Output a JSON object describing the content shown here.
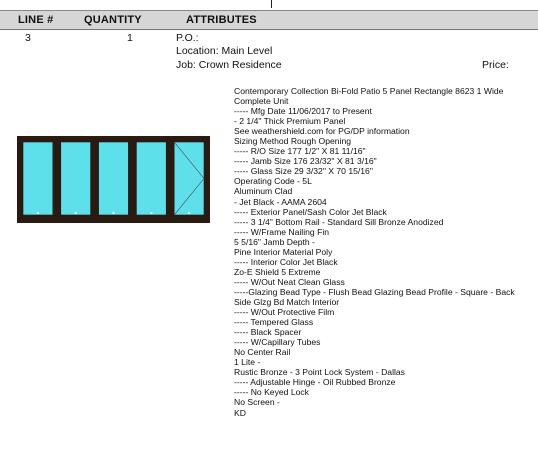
{
  "header": {
    "line_label": "LINE #",
    "quantity_label": "QUANTITY",
    "attributes_label": "ATTRIBUTES"
  },
  "item": {
    "line_number": "3",
    "quantity": "1",
    "po_label": "P.O.:",
    "location": "Location: Main Level",
    "job": "Job: Crown Residence",
    "price_label": "Price:"
  },
  "description_lines": [
    "Contemporary Collection Bi-Fold Patio 5 Panel Rectangle 8623 1 Wide",
    "Complete Unit",
    "----- Mfg Date 11/06/2017 to Present",
    "- 2 1/4\" Thick Premium Panel",
    "See weathershield.com for PG/DP information",
    "Sizing Method Rough Opening",
    "----- R/O Size 177 1/2\" X 81 11/16\"",
    "----- Jamb Size 176 23/32\" X 81 3/16\"",
    "----- Glass Size 29 3/32\" X 70 15/16\"",
    "Operating Code - 5L",
    "Aluminum Clad",
    "- Jet Black - AAMA 2604",
    "----- Exterior Panel/Sash Color Jet Black",
    "----- 3 1/4\" Bottom Rail - Standard Sill Bronze Anodized",
    "----- W/Frame Nailing Fin",
    "5 5/16\" Jamb Depth -",
    "Pine Interior Material Poly",
    "----- Interior Color Jet Black",
    "Zo-E Shield 5 Extreme",
    "----- W/Out Neat Clean Glass",
    "-----Glazing Bead Type - Flush Bead Glazing Bead Profile - Square - Back",
    "Side Glzg Bd Match Interior",
    "----- W/Out Protective Film",
    "----- Tempered Glass",
    "----- Black Spacer",
    "----- W/Capillary Tubes",
    "No Center Rail",
    "1 Lite -",
    "Rustic Bronze - 3 Point Lock System - Dallas",
    "----- Adjustable Hinge - Oil Rubbed Bronze",
    "----- No Keyed Lock",
    "No Screen -",
    "KD"
  ],
  "diagram": {
    "panel_count": 5,
    "frame_color": "#2b1a12",
    "glass_color": "#5ee0ea"
  }
}
